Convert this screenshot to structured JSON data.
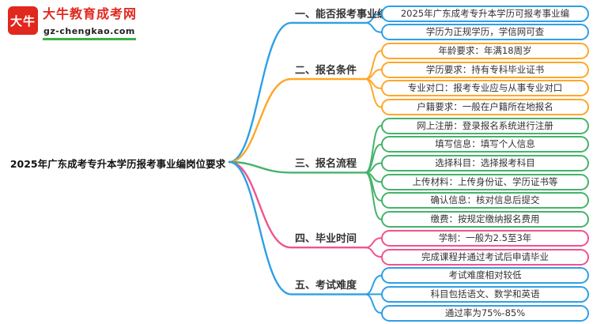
{
  "page": {
    "title": "2025年广东成考专升本学历报考事业编岗位要求"
  },
  "logo": {
    "icon_text": "大牛",
    "site_name": "大牛教育成考网",
    "site_domain": "gz-chengkao.com"
  },
  "colors": {
    "blue": "#2e9fe6",
    "orange": "#ffa727",
    "green": "#45b36b",
    "pink": "#f0538f",
    "logo_red": "#e0281e",
    "logo_green": "#3cb043"
  },
  "central": {
    "text": "2025年广东成考专升本学历报考事业编岗位要求"
  },
  "branches": [
    {
      "label": "一、能否报考事业编",
      "color": "blue",
      "children": [
        "2025年广东成考专升本学历可报考事业编",
        "学历为正规学历，学信网可查"
      ]
    },
    {
      "label": "二、报名条件",
      "color": "orange",
      "children": [
        "年龄要求：年满18周岁",
        "学历要求：持有专科毕业证书",
        "专业对口：报考专业应与从事专业对口",
        "户籍要求：一般在户籍所在地报名"
      ]
    },
    {
      "label": "三、报名流程",
      "color": "green",
      "children": [
        "网上注册：登录报名系统进行注册",
        "填写信息：填写个人信息",
        "选择科目：选择报考科目",
        "上传材料：上传身份证、学历证书等",
        "确认信息：核对信息后提交",
        "缴费：按规定缴纳报名费用"
      ]
    },
    {
      "label": "四、毕业时间",
      "color": "pink",
      "children": [
        "学制：一般为2.5至3年",
        "完成课程并通过考试后申请毕业"
      ]
    },
    {
      "label": "五、考试难度",
      "color": "blue",
      "children": [
        "考试难度相对较低",
        "科目包括语文、数学和英语",
        "通过率为75%-85%"
      ]
    }
  ]
}
